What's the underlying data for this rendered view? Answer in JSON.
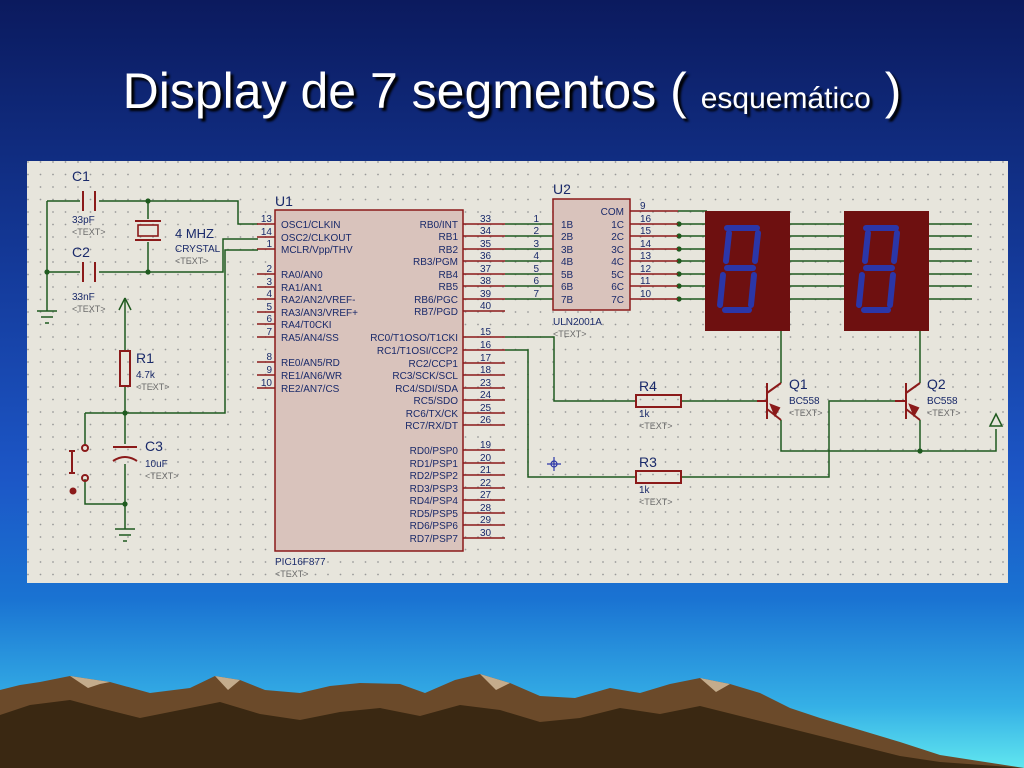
{
  "slide": {
    "title_main": "Display de 7 segmentos (",
    "title_sub": "esquemático",
    "title_close": ")"
  },
  "schematic": {
    "text_placeholder": "<TEXT>",
    "crystal": {
      "freq": "4 MHZ",
      "label": "CRYSTAL"
    },
    "c1": {
      "ref": "C1",
      "value": "33pF"
    },
    "c2": {
      "ref": "C2",
      "value": "33nF"
    },
    "c3": {
      "ref": "C3",
      "value": "10uF"
    },
    "r1": {
      "ref": "R1",
      "value": "4.7k"
    },
    "r3": {
      "ref": "R3",
      "value": "1k"
    },
    "r4": {
      "ref": "R4",
      "value": "1k"
    },
    "q1": {
      "ref": "Q1",
      "value": "BC558"
    },
    "q2": {
      "ref": "Q2",
      "value": "BC558"
    },
    "u1": {
      "ref": "U1",
      "part": "PIC16F877",
      "left_pins": [
        {
          "num": "13",
          "name": "OSC1/CLKIN"
        },
        {
          "num": "14",
          "name": "OSC2/CLKOUT"
        },
        {
          "num": "1",
          "name": "MCLR/Vpp/THV"
        },
        {
          "num": "2",
          "name": "RA0/AN0"
        },
        {
          "num": "3",
          "name": "RA1/AN1"
        },
        {
          "num": "4",
          "name": "RA2/AN2/VREF-"
        },
        {
          "num": "5",
          "name": "RA3/AN3/VREF+"
        },
        {
          "num": "6",
          "name": "RA4/T0CKI"
        },
        {
          "num": "7",
          "name": "RA5/AN4/SS"
        },
        {
          "num": "8",
          "name": "RE0/AN5/RD"
        },
        {
          "num": "9",
          "name": "RE1/AN6/WR"
        },
        {
          "num": "10",
          "name": "RE2/AN7/CS"
        }
      ],
      "right_pins": [
        {
          "num": "33",
          "name": "RB0/INT"
        },
        {
          "num": "34",
          "name": "RB1"
        },
        {
          "num": "35",
          "name": "RB2"
        },
        {
          "num": "36",
          "name": "RB3/PGM"
        },
        {
          "num": "37",
          "name": "RB4"
        },
        {
          "num": "38",
          "name": "RB5"
        },
        {
          "num": "39",
          "name": "RB6/PGC"
        },
        {
          "num": "40",
          "name": "RB7/PGD"
        },
        {
          "num": "15",
          "name": "RC0/T1OSO/T1CKI"
        },
        {
          "num": "16",
          "name": "RC1/T1OSI/CCP2"
        },
        {
          "num": "17",
          "name": "RC2/CCP1"
        },
        {
          "num": "18",
          "name": "RC3/SCK/SCL"
        },
        {
          "num": "23",
          "name": "RC4/SDI/SDA"
        },
        {
          "num": "24",
          "name": "RC5/SDO"
        },
        {
          "num": "25",
          "name": "RC6/TX/CK"
        },
        {
          "num": "26",
          "name": "RC7/RX/DT"
        },
        {
          "num": "19",
          "name": "RD0/PSP0"
        },
        {
          "num": "20",
          "name": "RD1/PSP1"
        },
        {
          "num": "21",
          "name": "RD2/PSP2"
        },
        {
          "num": "22",
          "name": "RD3/PSP3"
        },
        {
          "num": "27",
          "name": "RD4/PSP4"
        },
        {
          "num": "28",
          "name": "RD5/PSP5"
        },
        {
          "num": "29",
          "name": "RD6/PSP6"
        },
        {
          "num": "30",
          "name": "RD7/PSP7"
        }
      ]
    },
    "u2": {
      "ref": "U2",
      "part": "ULN2001A",
      "left_pins": [
        {
          "num": "1",
          "name": "1B"
        },
        {
          "num": "2",
          "name": "2B"
        },
        {
          "num": "3",
          "name": "3B"
        },
        {
          "num": "4",
          "name": "4B"
        },
        {
          "num": "5",
          "name": "5B"
        },
        {
          "num": "6",
          "name": "6B"
        },
        {
          "num": "7",
          "name": "7B"
        }
      ],
      "right_pins": [
        {
          "num": "9",
          "name": "COM"
        },
        {
          "num": "16",
          "name": "1C"
        },
        {
          "num": "15",
          "name": "2C"
        },
        {
          "num": "14",
          "name": "3C"
        },
        {
          "num": "13",
          "name": "4C"
        },
        {
          "num": "12",
          "name": "5C"
        },
        {
          "num": "11",
          "name": "6C"
        },
        {
          "num": "10",
          "name": "7C"
        }
      ]
    },
    "colors": {
      "wire": "#1f5a1f",
      "component": "#8b1a1a",
      "label": "#1a2a6a",
      "display_body": "#6e1010",
      "display_segment": "#2b36a8"
    }
  }
}
